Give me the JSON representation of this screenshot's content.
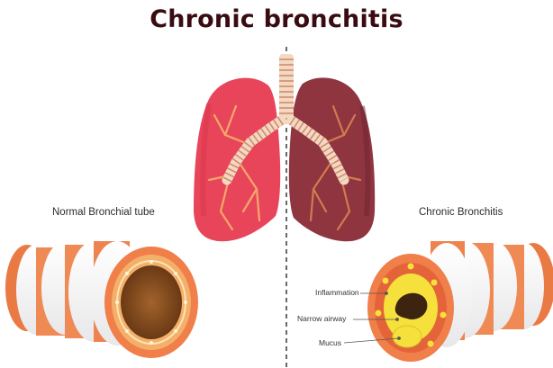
{
  "title": "Chronic bronchitis",
  "labels": {
    "left": "Normal Bronchial tube",
    "right": "Chronic Bronchitis"
  },
  "callouts": {
    "inflammation": "Inflammation",
    "narrow_airway": "Narrow airway",
    "mucus": "Mucus"
  },
  "colors": {
    "title": "#3a0c12",
    "healthy_lung": "#e8455b",
    "diseased_lung": "#8e3540",
    "bronchial_tube": "#f07f4a",
    "cartilage_ring": "#ffffff",
    "mucus": "#f6e03b"
  }
}
